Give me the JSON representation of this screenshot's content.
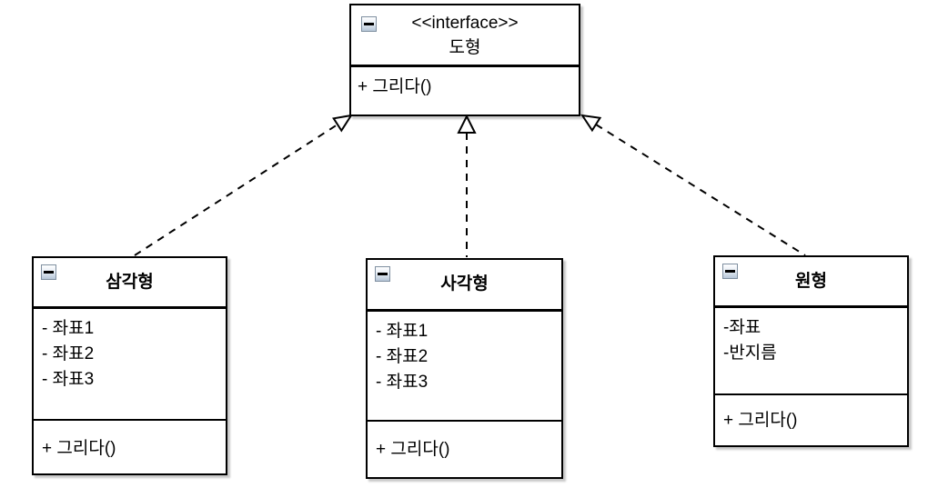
{
  "diagram": {
    "kind": "uml-class-diagram",
    "colors": {
      "background": "#ffffff",
      "line": "#000000",
      "box_fill": "#ffffff",
      "collapse_icon_face": "#dce6f0",
      "collapse_icon_border": "#7f8fa0"
    }
  },
  "interface": {
    "stereotype": "<<interface>>",
    "name": "도형",
    "methods": [
      "+ 그리다()"
    ]
  },
  "classes": [
    {
      "name": "삼각형",
      "attributes": [
        "- 좌표1",
        "- 좌표2",
        "- 좌표3"
      ],
      "methods": [
        "+ 그리다()"
      ]
    },
    {
      "name": "사각형",
      "attributes": [
        "- 좌표1",
        "- 좌표2",
        "- 좌표3"
      ],
      "methods": [
        "+ 그리다()"
      ]
    },
    {
      "name": "원형",
      "attributes": [
        "-좌표",
        "-반지름"
      ],
      "methods": [
        "+ 그리다()"
      ]
    }
  ],
  "relationships": [
    {
      "from": "삼각형",
      "to": "도형",
      "type": "realization",
      "line_style": "dashed",
      "arrowhead": "hollow-triangle"
    },
    {
      "from": "사각형",
      "to": "도형",
      "type": "realization",
      "line_style": "dashed",
      "arrowhead": "hollow-triangle"
    },
    {
      "from": "원형",
      "to": "도형",
      "type": "realization",
      "line_style": "dashed",
      "arrowhead": "hollow-triangle"
    }
  ]
}
